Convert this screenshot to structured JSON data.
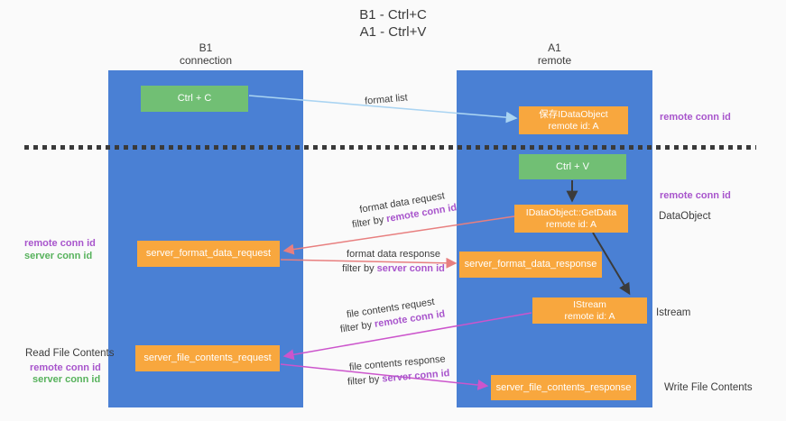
{
  "title": {
    "line1": "B1 - Ctrl+C",
    "line2": "A1 - Ctrl+V"
  },
  "columns": {
    "left": {
      "name": "B1",
      "role": "connection"
    },
    "right": {
      "name": "A1",
      "role": "remote"
    }
  },
  "nodes": {
    "ctrl_c": {
      "label": "Ctrl + C"
    },
    "ctrl_v": {
      "label": "Ctrl + V"
    },
    "save_dataobject": {
      "line1": "保存IDataObject",
      "line2": "remote id: A"
    },
    "getdata": {
      "line1": "IDataObject::GetData",
      "line2": "remote id: A"
    },
    "istream": {
      "line1": "IStream",
      "line2": "remote id: A"
    },
    "format_request": {
      "label": "server_format_data_request"
    },
    "format_response": {
      "label": "server_format_data_response"
    },
    "file_request": {
      "label": "server_file_contents_request"
    },
    "file_response": {
      "label": "server_file_contents_response"
    }
  },
  "flow_labels": {
    "format_list": "format list",
    "format_request": {
      "title": "format data request",
      "filter_prefix": "filter by ",
      "filter_key": "remote conn id"
    },
    "format_response": {
      "title": "format data response",
      "filter_prefix": "filter by ",
      "filter_key": "server conn id"
    },
    "file_request": {
      "title": "file contents request",
      "filter_prefix": "filter by ",
      "filter_key": "remote conn id"
    },
    "file_response": {
      "title": "file contents response",
      "filter_prefix": "filter by ",
      "filter_key": "server conn id"
    }
  },
  "side_labels": {
    "right_remote_1": "remote conn id",
    "right_remote_2": "remote conn id",
    "right_dataobject": "DataObject",
    "right_istream": "Istream",
    "right_write": "Write File Contents",
    "left_remote_1": "remote conn id",
    "left_server_1": "server conn id",
    "left_read": "Read File Contents",
    "left_remote_2": "remote conn id",
    "left_server_2": "server conn id"
  },
  "colors": {
    "lane_blue": "#4a80d4",
    "node_green": "#71bf74",
    "node_orange": "#f8a73e",
    "purple_text": "#a855cc",
    "green_text": "#57b25c",
    "arrow_blue": "#aad4f2",
    "arrow_black": "#3b3b3b",
    "arrow_salmon": "#e87f7f",
    "arrow_magenta": "#cc55cc"
  }
}
